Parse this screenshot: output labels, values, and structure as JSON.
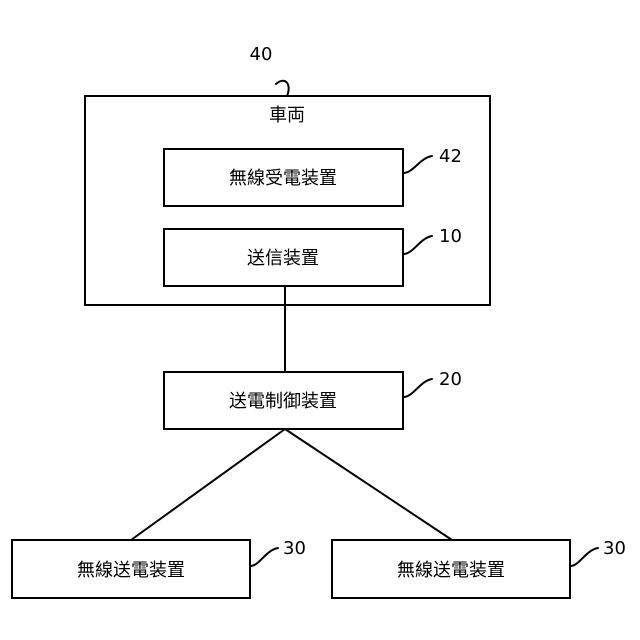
{
  "vehicle": {
    "title": "車両",
    "ref": "40"
  },
  "wireless_receiver": {
    "label": "無線受電装置",
    "ref": "42"
  },
  "transmitter": {
    "label": "送信装置",
    "ref": "10"
  },
  "power_controller": {
    "label": "送電制御装置",
    "ref": "20"
  },
  "wireless_transmitters": [
    {
      "label": "無線送電装置",
      "ref": "30"
    },
    {
      "label": "無線送電装置",
      "ref": "30"
    }
  ]
}
